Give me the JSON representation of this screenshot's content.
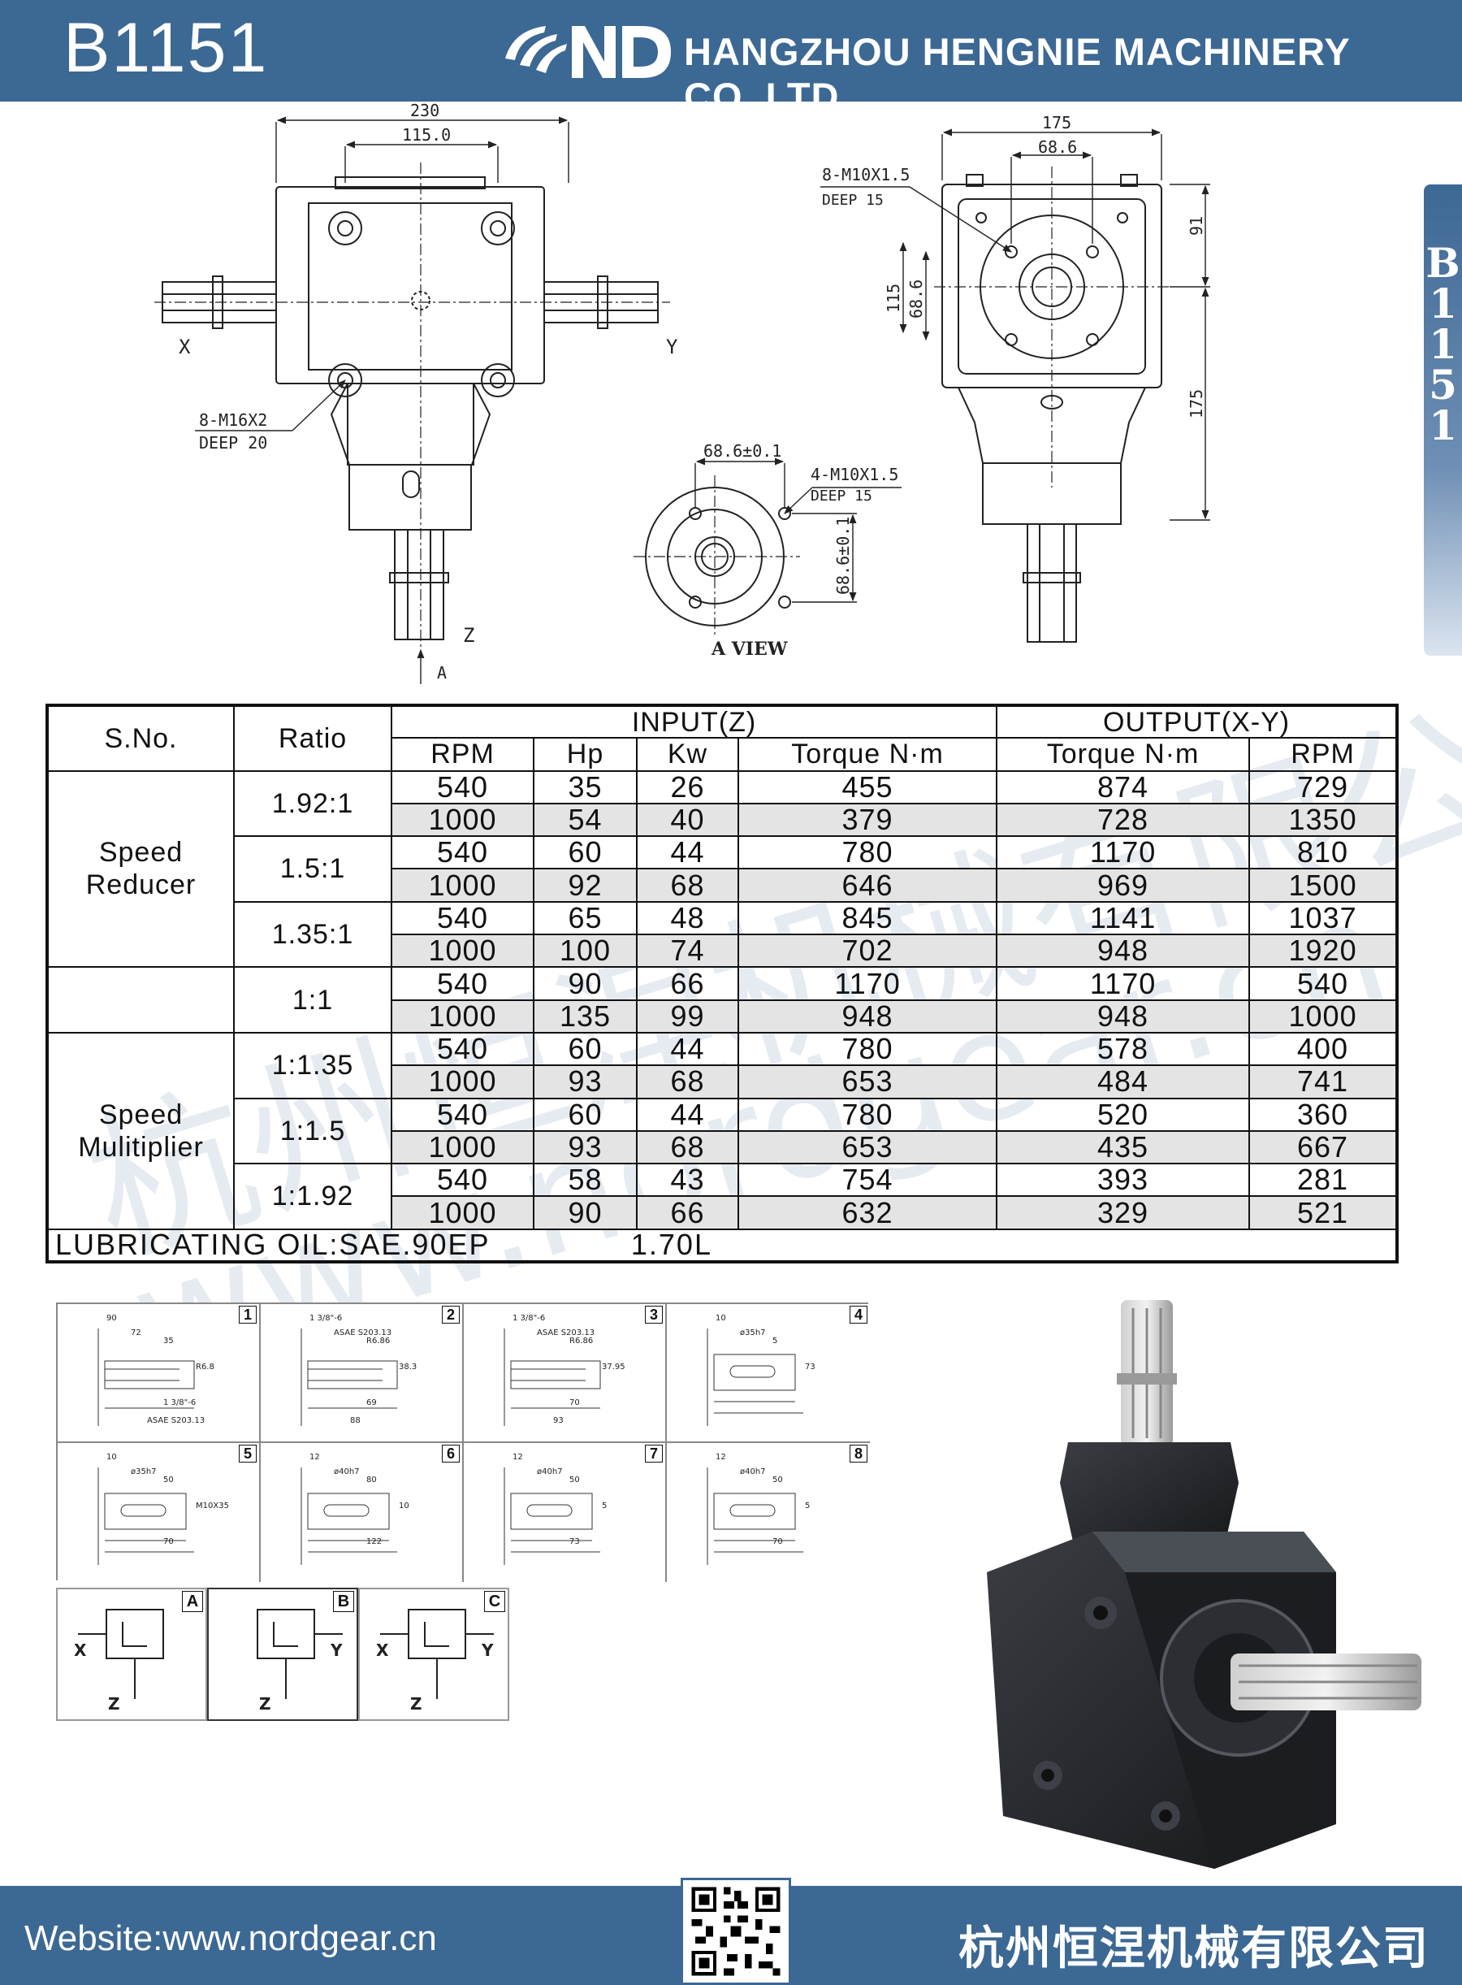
{
  "header": {
    "model": "B1151",
    "company": "HANGZHOU HENGNIE MACHINERY CO.,LTD"
  },
  "side_tab": {
    "chars": [
      "B",
      "1",
      "1",
      "5",
      "1"
    ]
  },
  "drawing": {
    "front": {
      "dim_width": "230",
      "dim_half": "115.0",
      "bolt_label": "8-M16X2",
      "bolt_depth": "DEEP  20",
      "axis_x": "X",
      "axis_y": "Y",
      "axis_z": "Z",
      "view_arrow": "A"
    },
    "side": {
      "dim_width": "175",
      "dim_inner": "68.6",
      "bolt_label": "8-M10X1.5",
      "bolt_depth": "DEEP  15",
      "dim_91": "91",
      "dim_115": "115",
      "dim_686": "68.6",
      "dim_175": "175"
    },
    "a_view": {
      "dim_top": "68.6±0.1",
      "bolt_label": "4-M10X1.5",
      "bolt_depth": "DEEP  15",
      "dim_right": "68.6±0.1",
      "title": "A  VIEW"
    }
  },
  "table": {
    "headers": {
      "sno": "S.No.",
      "ratio": "Ratio",
      "input": "INPUT(Z)",
      "output": "OUTPUT(X-Y)",
      "rpm": "RPM",
      "hp": "Hp",
      "kw": "Kw",
      "torque_in": "Torque N·m",
      "torque_out": "Torque N·m",
      "rpm_out": "RPM"
    },
    "groups": [
      {
        "name_line1": "Speed",
        "name_line2": "Reducer"
      },
      {
        "name_line1": "Speed",
        "name_line2": "Mulitiplier"
      }
    ],
    "ratios": [
      {
        "label": "1.92:1",
        "rows": [
          [
            "540",
            "35",
            "26",
            "455",
            "874",
            "729"
          ],
          [
            "1000",
            "54",
            "40",
            "379",
            "728",
            "1350"
          ]
        ]
      },
      {
        "label": "1.5:1",
        "rows": [
          [
            "540",
            "60",
            "44",
            "780",
            "1170",
            "810"
          ],
          [
            "1000",
            "92",
            "68",
            "646",
            "969",
            "1500"
          ]
        ]
      },
      {
        "label": "1.35:1",
        "rows": [
          [
            "540",
            "65",
            "48",
            "845",
            "1141",
            "1037"
          ],
          [
            "1000",
            "100",
            "74",
            "702",
            "948",
            "1920"
          ]
        ]
      },
      {
        "label": "1:1",
        "rows": [
          [
            "540",
            "90",
            "66",
            "1170",
            "1170",
            "540"
          ],
          [
            "1000",
            "135",
            "99",
            "948",
            "948",
            "1000"
          ]
        ]
      },
      {
        "label": "1:1.35",
        "rows": [
          [
            "540",
            "60",
            "44",
            "780",
            "578",
            "400"
          ],
          [
            "1000",
            "93",
            "68",
            "653",
            "484",
            "741"
          ]
        ]
      },
      {
        "label": "1:1.5",
        "rows": [
          [
            "540",
            "60",
            "44",
            "780",
            "520",
            "360"
          ],
          [
            "1000",
            "93",
            "68",
            "653",
            "435",
            "667"
          ]
        ]
      },
      {
        "label": "1:1.92",
        "rows": [
          [
            "540",
            "58",
            "43",
            "754",
            "393",
            "281"
          ],
          [
            "1000",
            "90",
            "66",
            "632",
            "329",
            "521"
          ]
        ]
      }
    ],
    "lubricating": "LUBRICATING OIL:SAE.90EP",
    "volume": "1.70L"
  },
  "shafts": [
    {
      "num": "1",
      "labels": [
        "90",
        "72",
        "35",
        "R6.8",
        "1 3/8\"-6",
        "ASAE S203.13"
      ]
    },
    {
      "num": "2",
      "labels": [
        "1 3/8\"-6",
        "ASAE S203.13",
        "R6.86",
        "38.3",
        "69",
        "88"
      ]
    },
    {
      "num": "3",
      "labels": [
        "1 3/8\"-6",
        "ASAE S203.13",
        "R6.86",
        "37.95",
        "70",
        "93"
      ]
    },
    {
      "num": "4",
      "labels": [
        "10",
        "ø35h7",
        "5",
        "73"
      ]
    },
    {
      "num": "5",
      "labels": [
        "10",
        "ø35h7",
        "50",
        "M10X35",
        "70"
      ]
    },
    {
      "num": "6",
      "labels": [
        "12",
        "ø40h7",
        "80",
        "10",
        "122"
      ]
    },
    {
      "num": "7",
      "labels": [
        "12",
        "ø40h7",
        "50",
        "5",
        "73"
      ]
    },
    {
      "num": "8",
      "labels": [
        "12",
        "ø40h7",
        "50",
        "5",
        "70"
      ]
    }
  ],
  "configs": [
    {
      "letter": "A",
      "x": "X",
      "y": "",
      "z": "Z"
    },
    {
      "letter": "B",
      "x": "",
      "y": "Y",
      "z": "Z"
    },
    {
      "letter": "C",
      "x": "X",
      "y": "Y",
      "z": "Z"
    }
  ],
  "watermark": {
    "cn": "杭州恒涅机械有限公司",
    "url": "www.nordgear.cn"
  },
  "footer": {
    "website": "Website:www.nordgear.cn",
    "company_cn": "杭州恒涅机械有限公司"
  },
  "colors": {
    "brand": "#3c6894",
    "shade": "#e4e4e4",
    "ink": "#111111"
  },
  "icons": [
    "nd-logo-icon",
    "qr-code-icon",
    "gearbox-photo"
  ]
}
